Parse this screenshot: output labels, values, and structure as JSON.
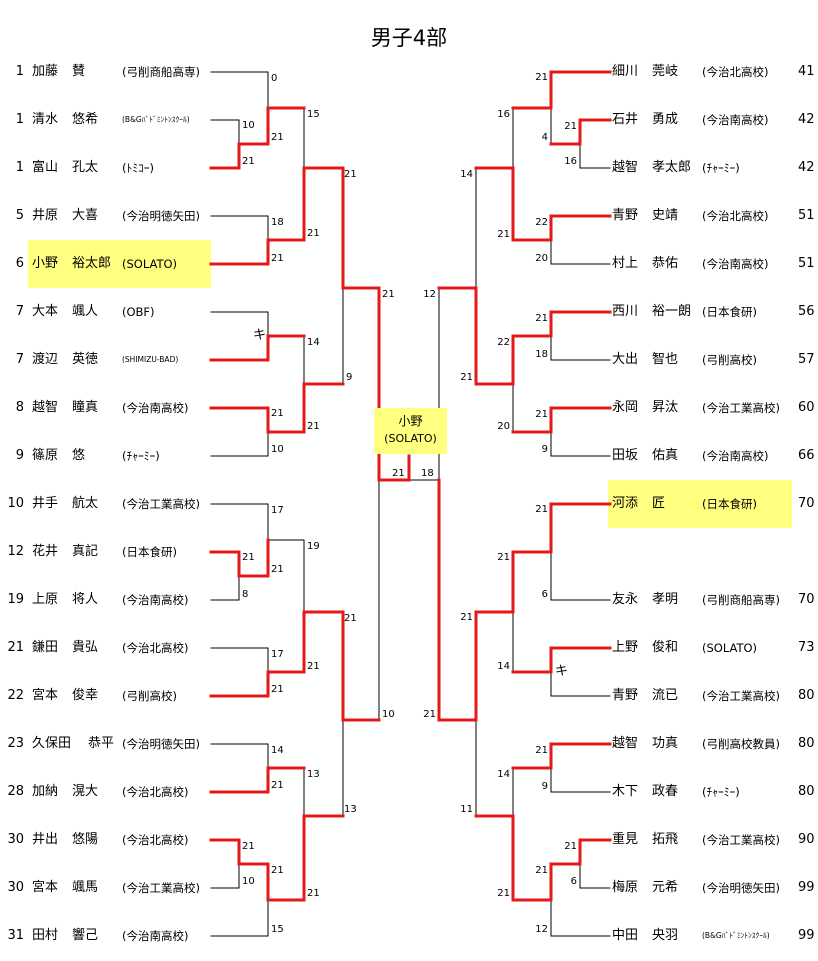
{
  "title": "男子4部",
  "colors": {
    "winner_line": "#e41a1a",
    "loser_line": "#000000",
    "highlight": "#ffff80"
  },
  "champion": {
    "name": "小野",
    "team": "(SOLATO)"
  },
  "left": {
    "players": [
      {
        "seed": "1",
        "family": "加藤",
        "given": "賛",
        "team": "(弓削商船高専)"
      },
      {
        "seed": "1",
        "family": "清水",
        "given": "悠希",
        "team": "(B&Gﾊﾞﾄﾞﾐﾝﾄﾝｽｸｰﾙ)"
      },
      {
        "seed": "1",
        "family": "富山",
        "given": "孔太",
        "team": "(ﾄﾐｺｰ)"
      },
      {
        "seed": "5",
        "family": "井原",
        "given": "大喜",
        "team": "(今治明徳矢田)"
      },
      {
        "seed": "6",
        "family": "小野",
        "given": "裕太郎",
        "team": "(SOLATO)"
      },
      {
        "seed": "7",
        "family": "大本",
        "given": "颯人",
        "team": "(OBF)"
      },
      {
        "seed": "7",
        "family": "渡辺",
        "given": "英徳",
        "team": "(SHIMIZU-BAD)"
      },
      {
        "seed": "8",
        "family": "越智",
        "given": "瞳真",
        "team": "(今治南高校)"
      },
      {
        "seed": "9",
        "family": "篠原",
        "given": "悠",
        "team": "(ﾁｬｰﾐｰ)"
      },
      {
        "seed": "10",
        "family": "井手",
        "given": "航太",
        "team": "(今治工業高校)"
      },
      {
        "seed": "12",
        "family": "花井",
        "given": "真記",
        "team": "(日本食研)"
      },
      {
        "seed": "19",
        "family": "上原",
        "given": "将人",
        "team": "(今治南高校)"
      },
      {
        "seed": "21",
        "family": "鎌田",
        "given": "貴弘",
        "team": "(今治北高校)"
      },
      {
        "seed": "22",
        "family": "宮本",
        "given": "俊幸",
        "team": "(弓削高校)"
      },
      {
        "seed": "23",
        "family": "久保田",
        "given": "恭平",
        "team": "(今治明徳矢田)"
      },
      {
        "seed": "28",
        "family": "加納",
        "given": "滉大",
        "team": "(今治北高校)"
      },
      {
        "seed": "30",
        "family": "井出",
        "given": "悠陽",
        "team": "(今治北高校)"
      },
      {
        "seed": "30",
        "family": "宮本",
        "given": "颯馬",
        "team": "(今治工業高校)"
      },
      {
        "seed": "31",
        "family": "田村",
        "given": "響己",
        "team": "(今治南高校)"
      }
    ],
    "scores": [
      "0",
      "10",
      "21",
      "21",
      "15",
      "21",
      "18",
      "21",
      "21",
      "キ",
      "14",
      "21",
      "10",
      "21",
      "9",
      "21",
      "21",
      "18",
      "17",
      "21",
      "8",
      "21",
      "19",
      "17",
      "21",
      "21",
      "21",
      "10",
      "14",
      "21",
      "13",
      "21",
      "10",
      "21",
      "15",
      "21",
      "13"
    ]
  },
  "right": {
    "players": [
      {
        "family": "細川",
        "given": "莞岐",
        "team": "(今治北高校)",
        "seed": "41"
      },
      {
        "family": "石井",
        "given": "勇成",
        "team": "(今治南高校)",
        "seed": "42"
      },
      {
        "family": "越智",
        "given": "孝太郎",
        "team": "(ﾁｬｰﾐｰ)",
        "seed": "42"
      },
      {
        "family": "青野",
        "given": "史靖",
        "team": "(今治北高校)",
        "seed": "51"
      },
      {
        "family": "村上",
        "given": "恭佑",
        "team": "(今治南高校)",
        "seed": "51"
      },
      {
        "family": "西川",
        "given": "裕一朗",
        "team": "(日本食研)",
        "seed": "56"
      },
      {
        "family": "大出",
        "given": "智也",
        "team": "(弓削高校)",
        "seed": "57"
      },
      {
        "family": "永岡",
        "given": "昇汰",
        "team": "(今治工業高校)",
        "seed": "60"
      },
      {
        "family": "田坂",
        "given": "佑真",
        "team": "(今治南高校)",
        "seed": "66"
      },
      {
        "family": "河添",
        "given": "匠",
        "team": "(日本食研)",
        "seed": "70"
      },
      {
        "family": "友永",
        "given": "孝明",
        "team": "(弓削商船高専)",
        "seed": "70"
      },
      {
        "family": "上野",
        "given": "俊和",
        "team": "(SOLATO)",
        "seed": "73"
      },
      {
        "family": "青野",
        "given": "流已",
        "team": "(今治工業高校)",
        "seed": "80"
      },
      {
        "family": "越智",
        "given": "功真",
        "team": "(弓削高校教員)",
        "seed": "80"
      },
      {
        "family": "木下",
        "given": "政春",
        "team": "(ﾁｬｰﾐｰ)",
        "seed": "80"
      },
      {
        "family": "重見",
        "given": "拓飛",
        "team": "(今治工業高校)",
        "seed": "90"
      },
      {
        "family": "梅原",
        "given": "元希",
        "team": "(今治明徳矢田)",
        "seed": "99"
      },
      {
        "family": "中田",
        "given": "央羽",
        "team": "(B&Gﾊﾞﾄﾞﾐﾝﾄﾝｽｸｰﾙ)",
        "seed": "99"
      }
    ],
    "scores": [
      "21",
      "21",
      "4",
      "16",
      "16",
      "22",
      "20",
      "21",
      "14",
      "21",
      "18",
      "22",
      "21",
      "9",
      "20",
      "21",
      "12",
      "21",
      "21",
      "6",
      "キ",
      "14",
      "21",
      "21",
      "21",
      "9",
      "14",
      "21",
      "6",
      "21",
      "12",
      "21",
      "11"
    ]
  }
}
